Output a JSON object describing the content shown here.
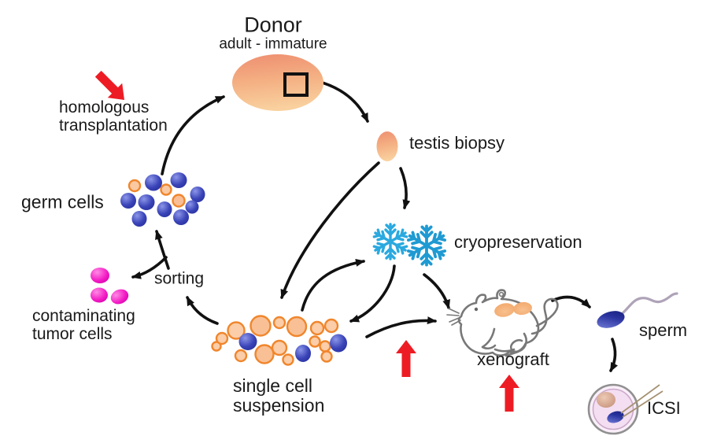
{
  "diagram": {
    "nodes": {
      "donor": {
        "label": "Donor",
        "sublabel": "adult - immature"
      },
      "testis_biopsy": {
        "label": "testis biopsy"
      },
      "cryopreservation": {
        "label": "cryopreservation"
      },
      "xenograft": {
        "label": "xenograft"
      },
      "sperm": {
        "label": "sperm"
      },
      "icsi": {
        "label": "ICSI"
      },
      "single_cell_suspension": {
        "label_line1": "single cell",
        "label_line2": "suspension"
      },
      "germ_cells": {
        "label": "germ cells"
      },
      "sorting": {
        "label": "sorting"
      },
      "contaminating_tumor_cells": {
        "label_line1": "contaminating",
        "label_line2": "tumor cells"
      },
      "homologous_transplantation": {
        "label_line1": "homologous",
        "label_line2": "transplantation"
      }
    },
    "edges": [
      {
        "from": "germ cells",
        "to": "Donor",
        "style": "black-arrow"
      },
      {
        "from": "Donor",
        "to": "testis biopsy",
        "style": "black-arrow"
      },
      {
        "from": "testis biopsy",
        "to": "cryopreservation",
        "style": "black-arrow"
      },
      {
        "from": "testis biopsy",
        "to": "single cell suspension",
        "style": "black-arrow"
      },
      {
        "from": "single cell suspension",
        "to": "cryopreservation",
        "style": "black-arrow"
      },
      {
        "from": "cryopreservation",
        "to": "single cell suspension",
        "style": "black-arrow"
      },
      {
        "from": "cryopreservation",
        "to": "xenograft",
        "style": "black-arrow"
      },
      {
        "from": "single cell suspension",
        "to": "xenograft",
        "style": "black-arrow"
      },
      {
        "from": "xenograft",
        "to": "sperm",
        "style": "black-arrow"
      },
      {
        "from": "sperm",
        "to": "ICSI",
        "style": "black-arrow"
      },
      {
        "from": "single cell suspension",
        "to": "sorting",
        "style": "black-arrow"
      },
      {
        "from": "sorting",
        "to": "germ cells",
        "style": "black-arrow"
      },
      {
        "from": "sorting",
        "to": "contaminating tumor cells",
        "style": "black-arrow"
      }
    ],
    "red_arrow_markers": [
      "homologous transplantation",
      "suspension-to-xenograft",
      "xenograft"
    ],
    "icons": {
      "snowflake": "snowflake-icon",
      "mouse": "mouse-icon",
      "sperm_cell": "sperm-icon",
      "oocyte_needle": "icsi-egg-icon",
      "tissue_oval": "donor-gonad-shape",
      "biopsy_piece": "biopsy-tissue-shape"
    },
    "colors": {
      "text": "#1a1a1a",
      "arrow_black": "#111111",
      "arrow_red": "#ED1C24",
      "tissue_orange_top": "#EE8E70",
      "tissue_orange_bottom": "#F9D09E",
      "cell_orange_fill": "#FAC9A2",
      "cell_orange_stroke": "#F0862C",
      "cell_blue_light": "#8C96E8",
      "cell_blue_dark": "#232C96",
      "tumor_magenta": "#EE00BE",
      "snowflake_blue": "#27A4DC",
      "mouse_gray": "#787878",
      "sperm_tail_gray": "#AFA3B8",
      "egg_pink": "#F4DEF2"
    }
  }
}
